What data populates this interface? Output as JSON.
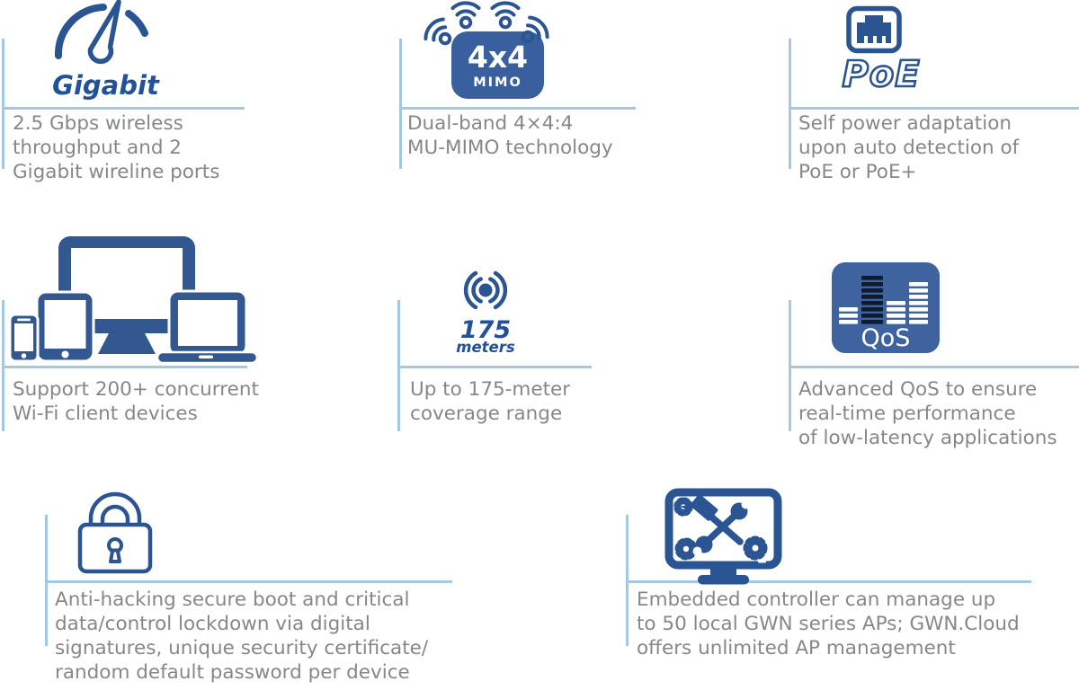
{
  "colors": {
    "icon_outline": "#2a5492",
    "icon_solid": "#33588f",
    "mimo_square": "#3a5f9f",
    "qos_square": "#3e639e",
    "qos_dark_bar": "#0e1a2e",
    "label_blue": "#21519b",
    "divider": "#a4c8df",
    "text_gray": "#85878a"
  },
  "features": [
    {
      "id": "gigabit",
      "icon": "speedometer-icon",
      "icon_label": "Gigabit",
      "description": "2.5 Gbps wireless\nthroughput and 2\nGigabit wireline ports"
    },
    {
      "id": "mimo",
      "icon": "wifi-mimo-icon",
      "badge_line1": "4x4",
      "badge_line2": "MIMO",
      "description": "Dual-band 4×4:4\nMU-MIMO technology"
    },
    {
      "id": "poe",
      "icon": "ethernet-port-icon",
      "icon_label": "PoE",
      "description": "Self power adaptation\nupon auto detection of\nPoE or PoE+"
    },
    {
      "id": "devices",
      "icon": "client-devices-icon",
      "description": "Support 200+ concurrent\nWi-Fi client devices"
    },
    {
      "id": "coverage",
      "icon": "signal-icon",
      "icon_label_value": "175",
      "icon_label_unit": "meters",
      "description": "Up to 175-meter\ncoverage range"
    },
    {
      "id": "qos",
      "icon": "qos-equalizer-icon",
      "badge_label": "QoS",
      "description": "Advanced QoS to ensure\nreal-time performance\nof low-latency applications"
    },
    {
      "id": "security",
      "icon": "padlock-icon",
      "description": "Anti-hacking secure boot and critical\ndata/control lockdown via digital\nsignatures, unique security certificate/\nrandom default password per device"
    },
    {
      "id": "controller",
      "icon": "monitor-tools-icon",
      "description": "Embedded controller can manage up\nto 50 local GWN series APs; GWN.Cloud\noffers unlimited AP management"
    }
  ]
}
